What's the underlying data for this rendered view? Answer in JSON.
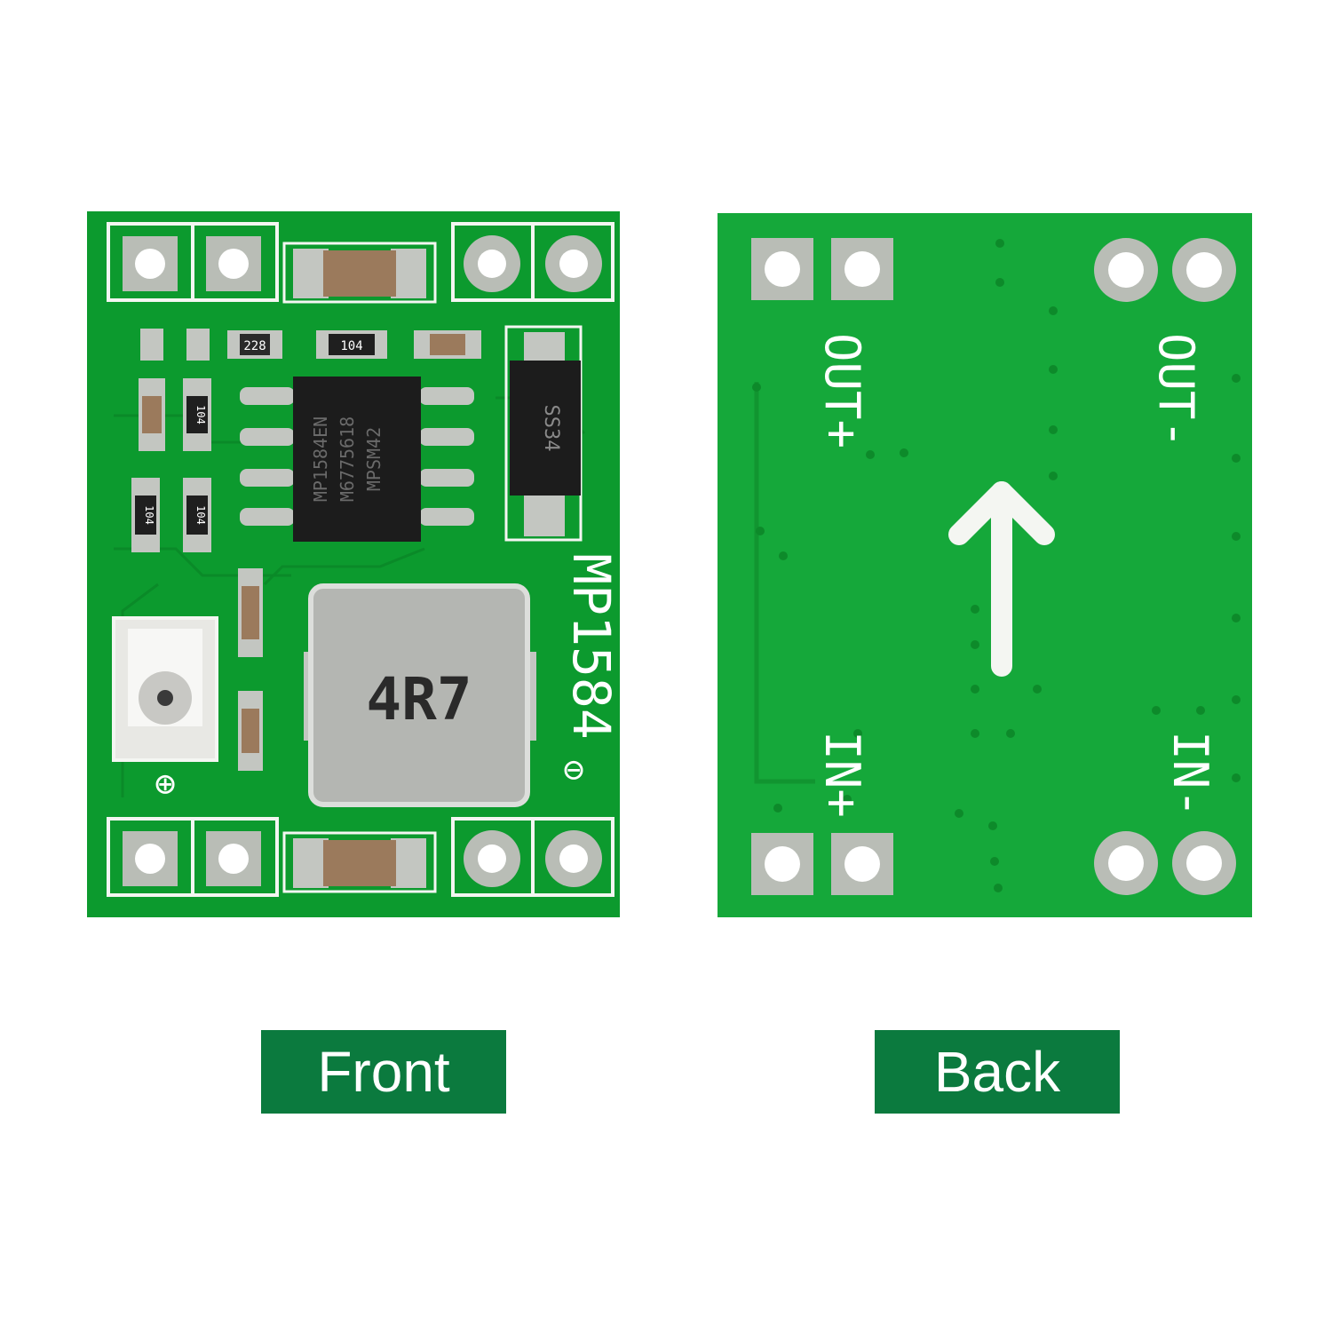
{
  "captions": {
    "front": "Front",
    "back": "Back"
  },
  "front": {
    "ic_marking_1": "MP1584EN",
    "ic_marking_2": "M6775618",
    "ic_marking_3": "MPSM42",
    "diode_marking": "SS34",
    "inductor_marking": "4R7",
    "board_label": "MP1584",
    "resistor_top_1": "228",
    "resistor_top_2": "104",
    "resistor_left_1": "104",
    "resistor_left_2": "104",
    "resistor_left_3": "104",
    "plus_symbol": "⊕",
    "minus_symbol": "⊖"
  },
  "back": {
    "out_plus": "OUT+",
    "out_minus": "OUT-",
    "in_plus": "IN+",
    "in_minus": "IN-"
  },
  "colors": {
    "pcb_green": "#0c9a2e",
    "pcb_green_light": "#15a83a",
    "silkscreen": "#f4f6f2",
    "pad_grey": "#b9bdb6",
    "caption_green": "#0b7a3e"
  }
}
